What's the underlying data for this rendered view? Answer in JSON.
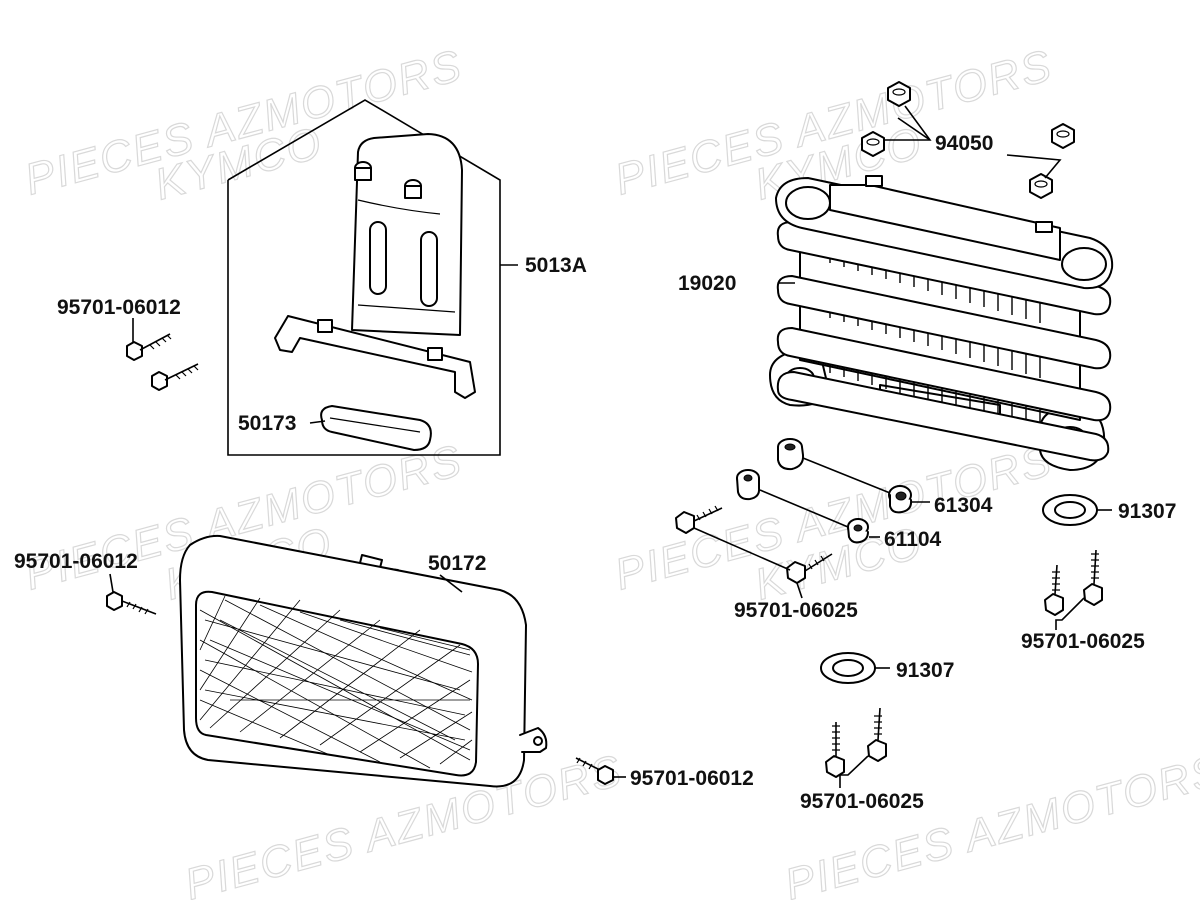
{
  "watermarks": [
    "PIECES AZMOTORS",
    "KYMCO"
  ],
  "labels": {
    "oil_cooler": "19020",
    "nut": "94050",
    "bracket": "5013A",
    "cushion": "50173",
    "cover": "50172",
    "collar_61304": "61304",
    "collar_61104": "61104",
    "washer_upper": "91307",
    "washer_lower": "91307",
    "bolt_06012_upper_left": "95701-06012",
    "bolt_06012_left": "95701-06012",
    "bolt_06012_bottom": "95701-06012",
    "bolt_06025_center": "95701-06025",
    "bolt_06025_right": "95701-06025",
    "bolt_06025_bottom": "95701-06025"
  }
}
